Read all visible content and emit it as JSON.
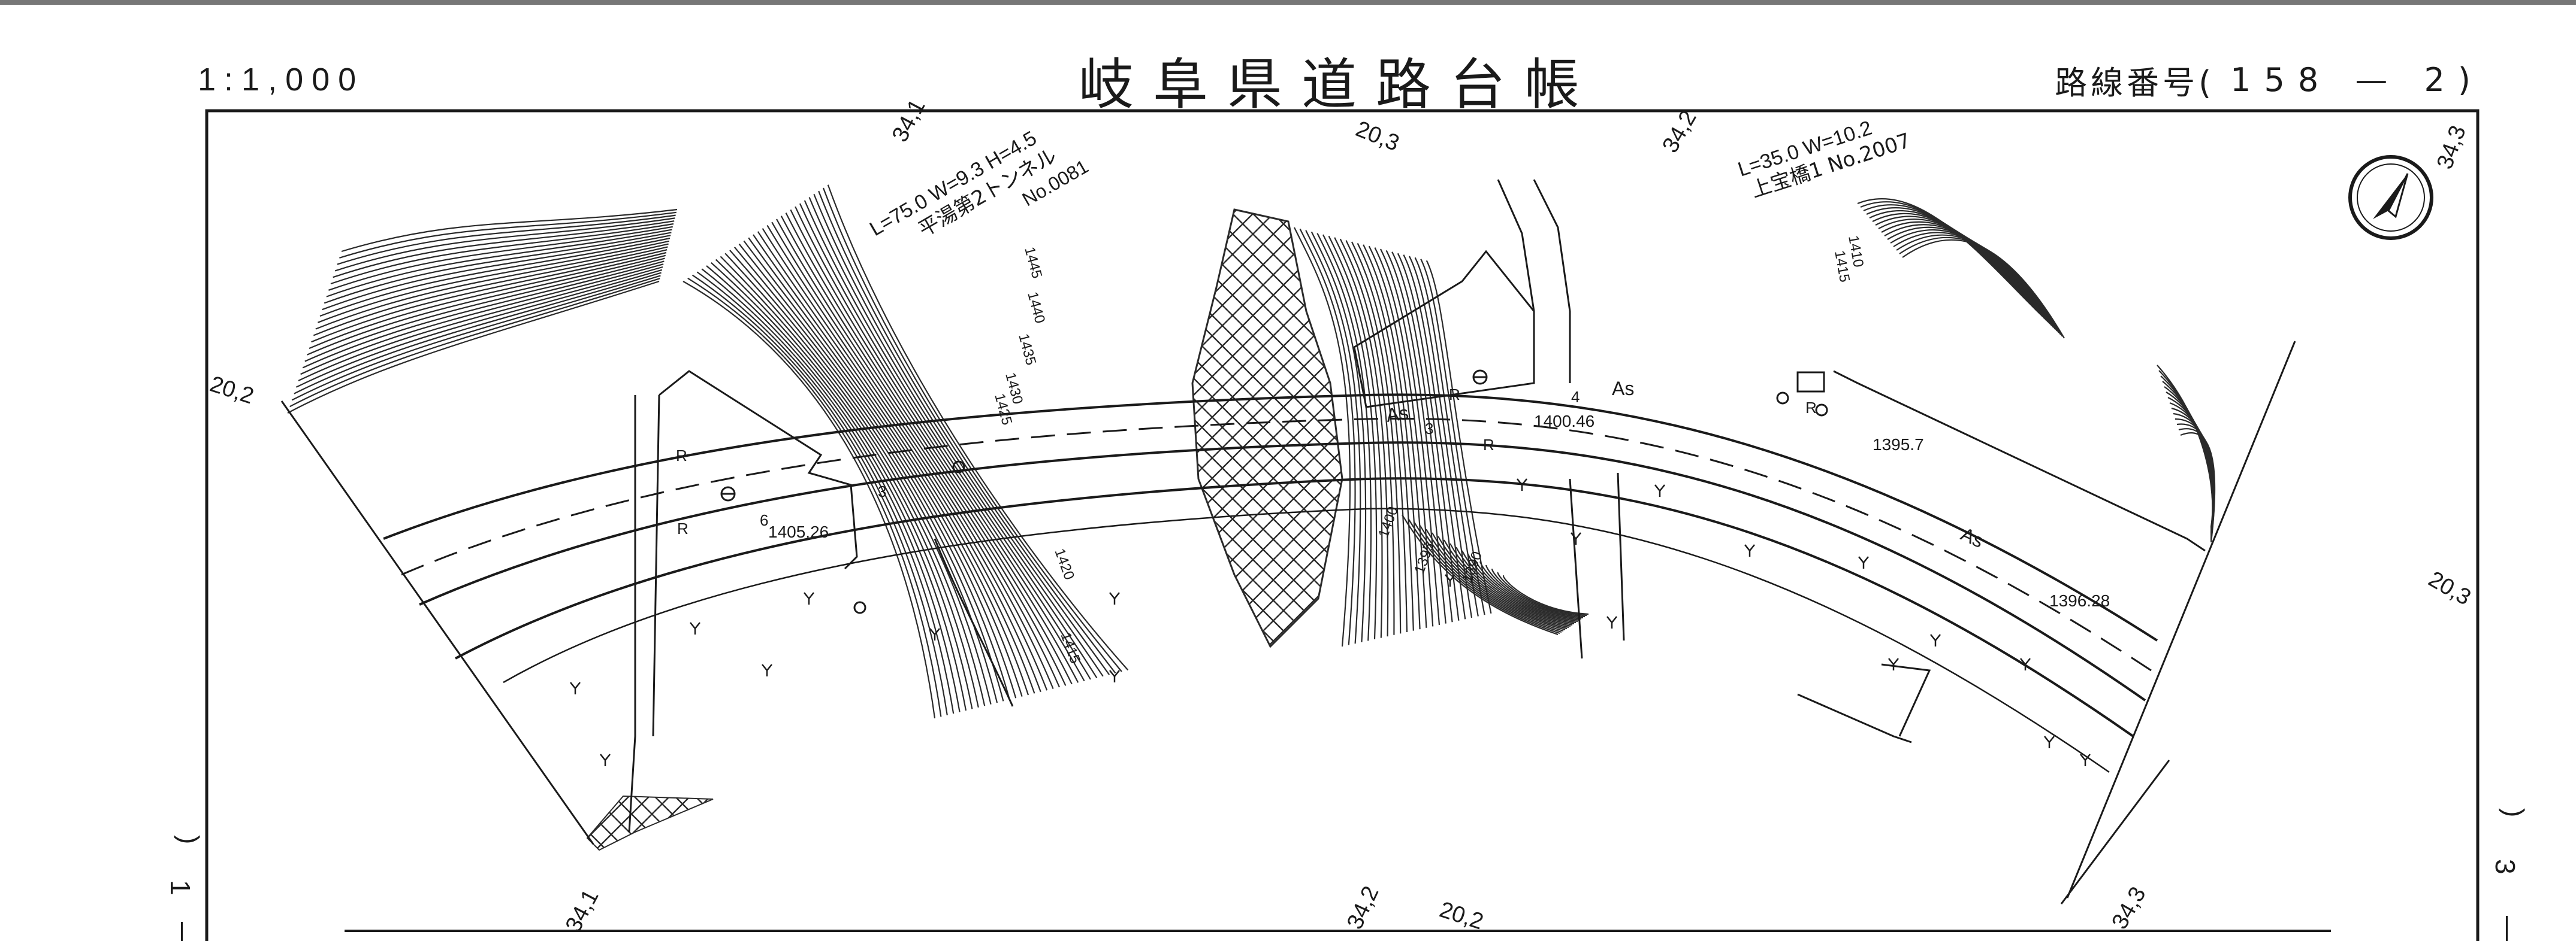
{
  "header": {
    "scale": "1:1,000",
    "title": "岐阜県道路台帳",
    "route_label": "路線番号(",
    "route_number": "158 — 2",
    "route_close": ")"
  },
  "frame_refs": {
    "top": [
      "34,1",
      "20,3",
      "34,2",
      "34,3"
    ],
    "left": "20,2",
    "right": "20,3",
    "bottom": [
      "34,1",
      "34,2",
      "20,2",
      "34,3"
    ]
  },
  "side_marks": {
    "left": [
      ")",
      "1",
      "—"
    ],
    "right": [
      ")",
      "3",
      "—"
    ]
  },
  "structures": [
    {
      "line1": "L=75.0  W=9.3  H=4.5",
      "line2": "平湯第2トンネル",
      "line3": "No.0081"
    },
    {
      "line1": "L=35.0    W=10.2",
      "line2": "上宝橋1  No.2007"
    }
  ],
  "elevations": [
    "1405.26",
    "1400.46",
    "1395.7",
    "1396.28"
  ],
  "contours": [
    "1445",
    "1440",
    "1435",
    "1430",
    "1425",
    "1420",
    "1415",
    "1400",
    "1395",
    "1390",
    "1410",
    "1415"
  ],
  "surface_labels": [
    "As",
    "As",
    "As"
  ],
  "misc_labels": [
    "R",
    "R",
    "R",
    "R",
    "R",
    "3",
    "4",
    "6",
    "3"
  ],
  "north_arrow": "north-arrow-icon"
}
